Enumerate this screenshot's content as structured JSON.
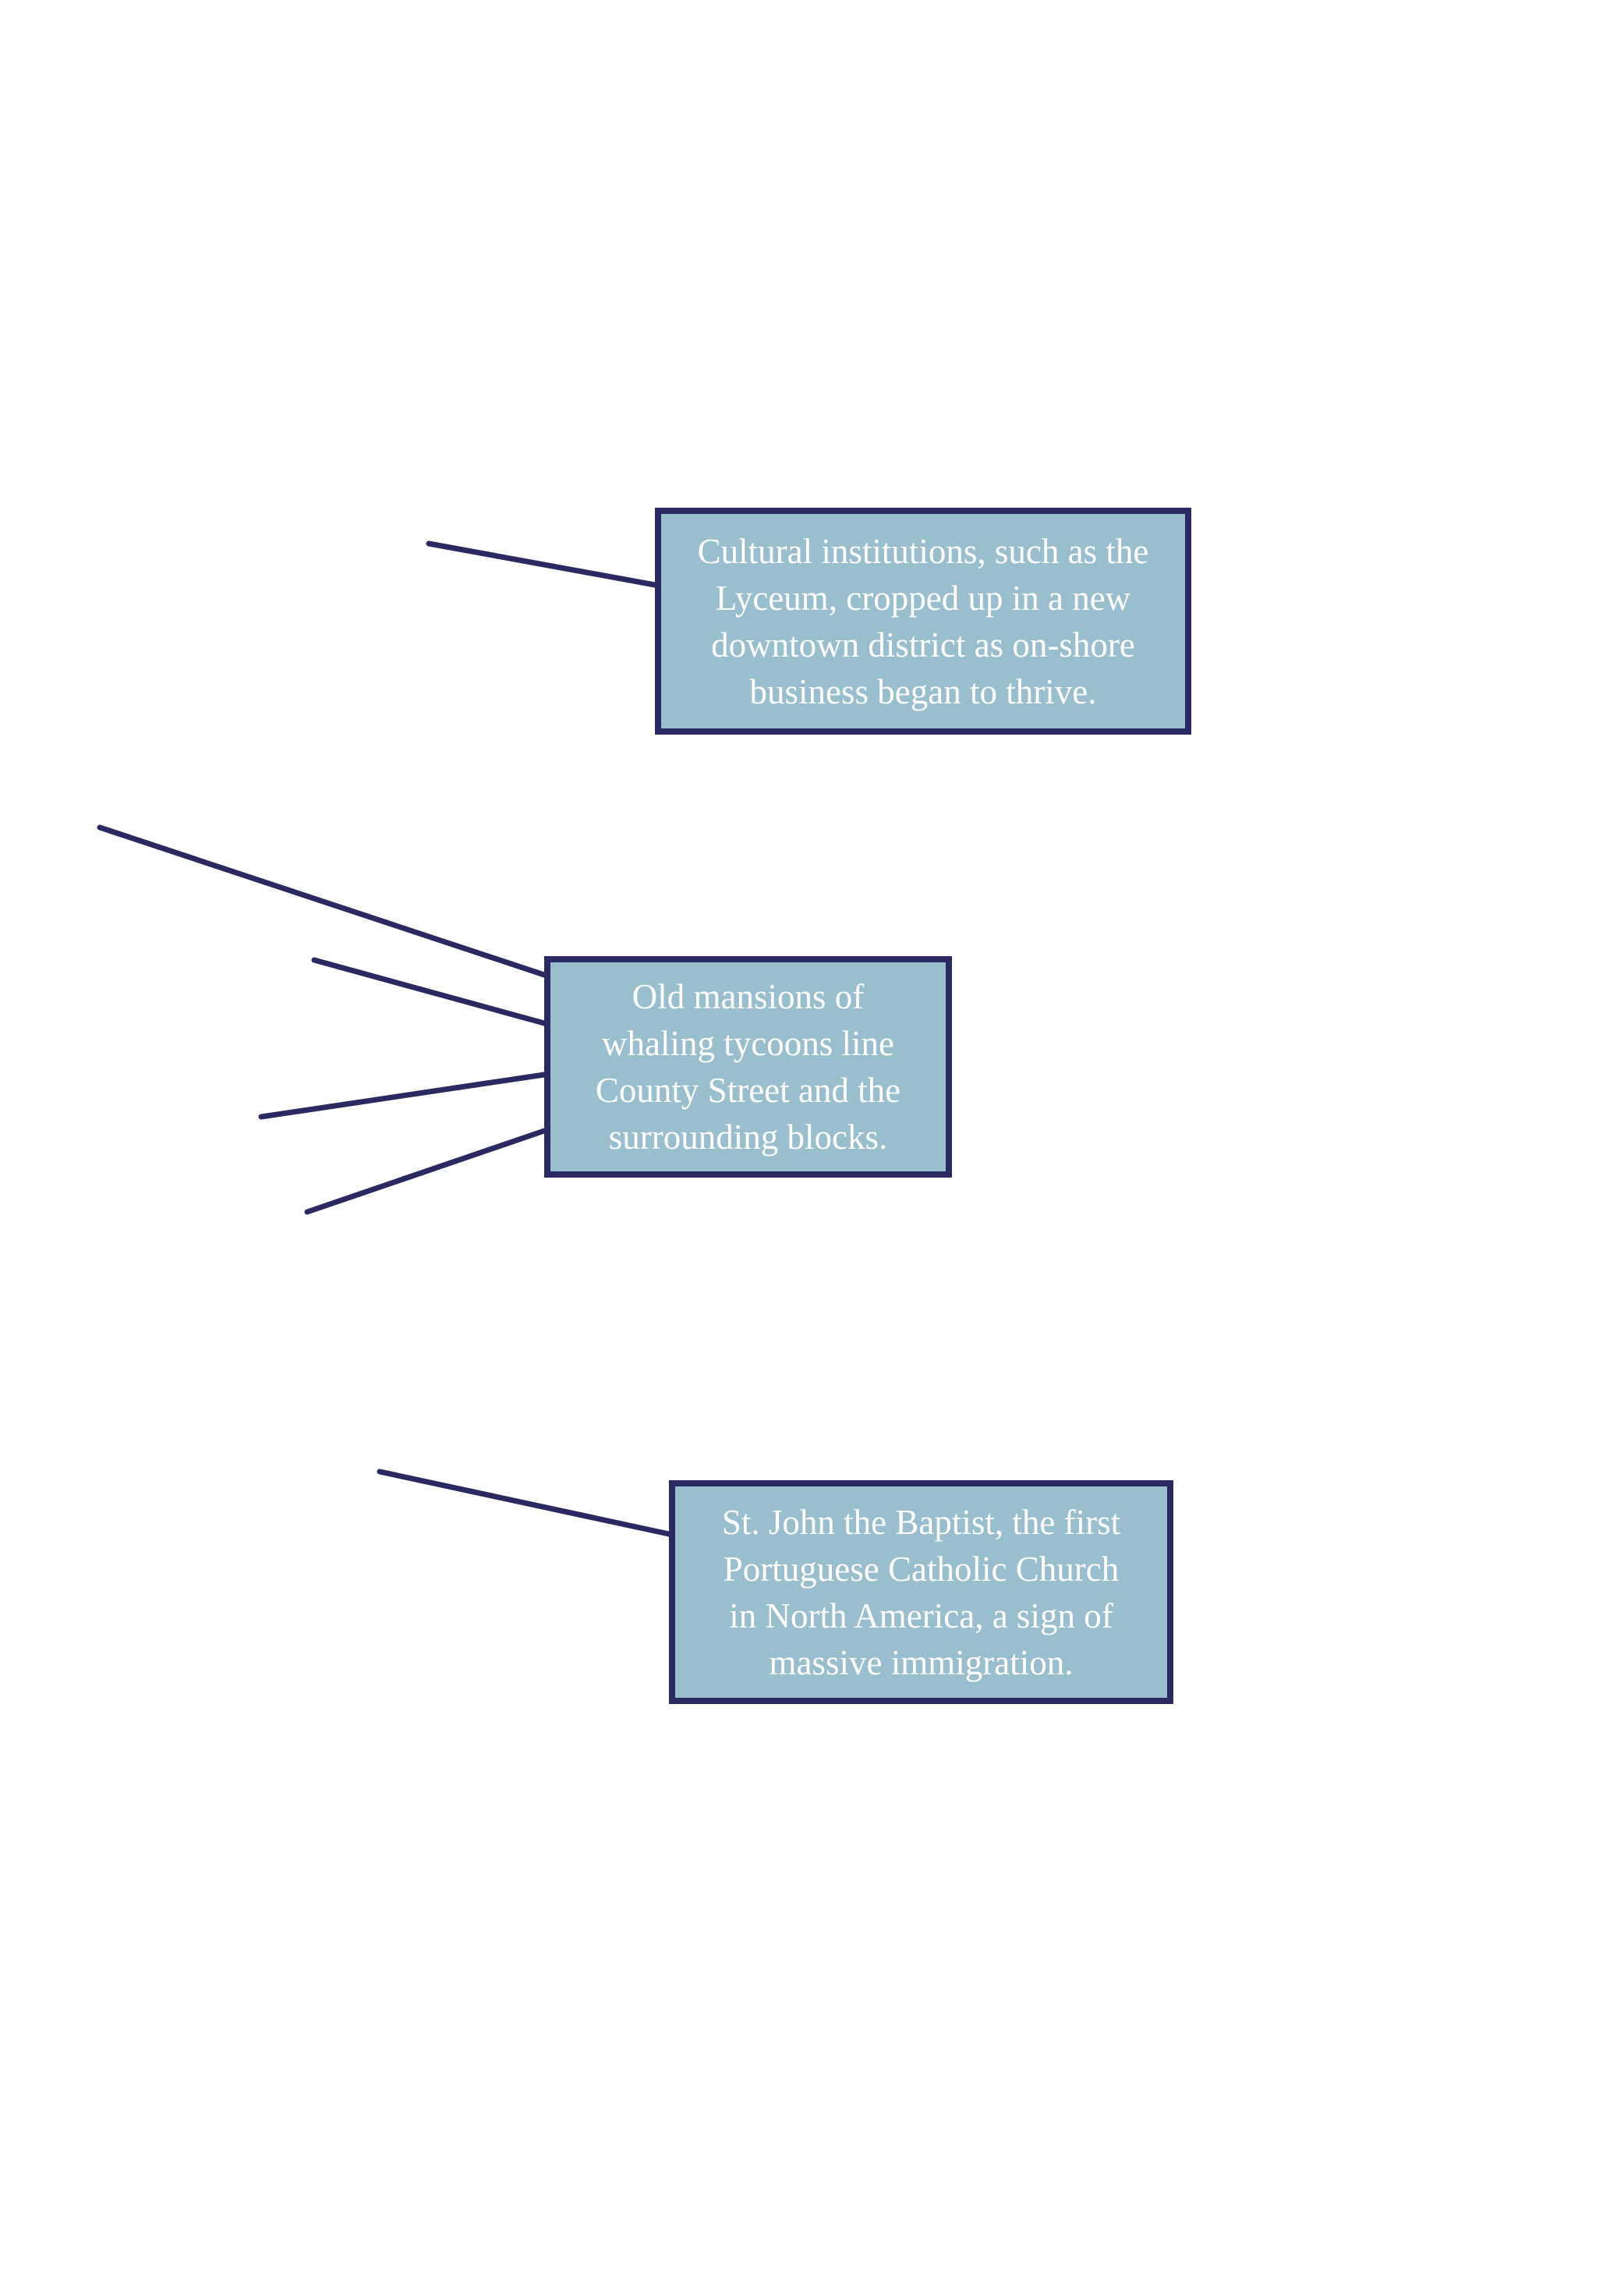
{
  "callouts": [
    {
      "lines": [
        "Cultural institutions, such as the",
        "Lyceum, cropped up in a new",
        "downtown district as on-shore",
        "business began to thrive."
      ]
    },
    {
      "lines": [
        "Old mansions of",
        "whaling tycoons line",
        "County Street and the",
        "surrounding blocks."
      ]
    },
    {
      "lines": [
        "St.  John the Baptist, the first",
        "Portuguese Catholic Church",
        "in North America, a sign of",
        "massive immigration."
      ]
    }
  ],
  "colors": {
    "box_fill": "#99bece",
    "box_border": "#2b2962",
    "leader_line": "#2b2962",
    "text": "#ffffff"
  }
}
